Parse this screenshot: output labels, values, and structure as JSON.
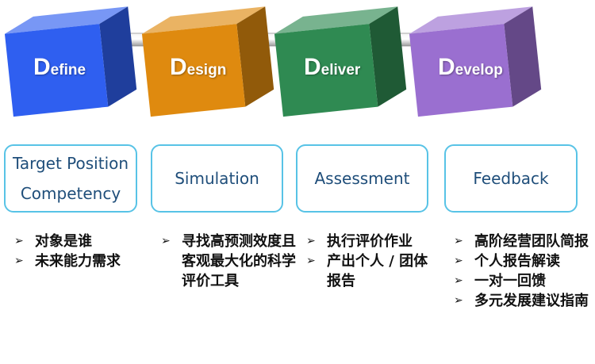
{
  "stages": [
    {
      "initial": "D",
      "rest": "efine",
      "color": "#2f5ff0"
    },
    {
      "initial": "D",
      "rest": "esign",
      "color": "#df8a0f"
    },
    {
      "initial": "D",
      "rest": "eliver",
      "color": "#2f8a52"
    },
    {
      "initial": "D",
      "rest": "evelop",
      "color": "#9a6fd0"
    }
  ],
  "boxes": [
    {
      "lines": [
        "Target Position",
        "Competency"
      ]
    },
    {
      "lines": [
        "Simulation"
      ]
    },
    {
      "lines": [
        "Assessment"
      ]
    },
    {
      "lines": [
        "Feedback"
      ]
    }
  ],
  "bullet_marker": "➢",
  "details": [
    [
      "对象是谁",
      "未来能力需求"
    ],
    [
      "寻找高预测效度且客观最大化的科学评价工具"
    ],
    [
      "执行评价作业",
      "产出个人 / 团体报告"
    ],
    [
      "高阶经营团队简报",
      "个人报告解读",
      "一对一回馈",
      "多元发展建议指南"
    ]
  ]
}
